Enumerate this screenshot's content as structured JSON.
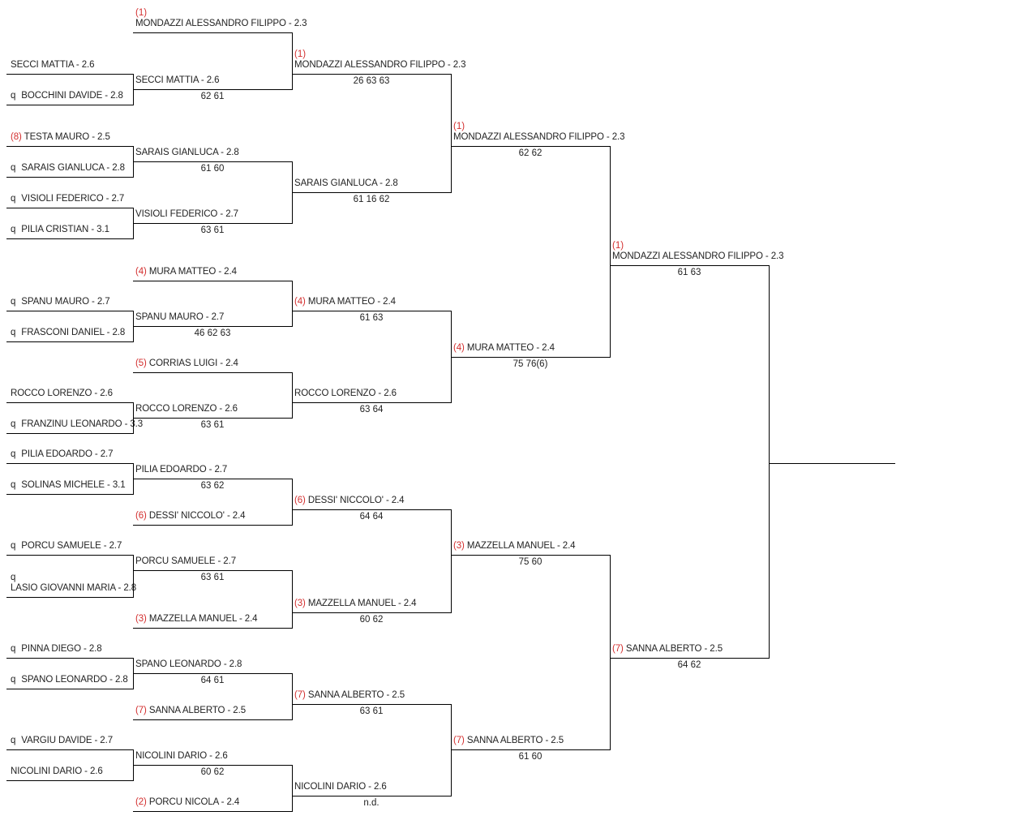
{
  "rounds": [
    [
      {
        "seed": "",
        "q": "",
        "name": "SECCI MATTIA - 2.6"
      },
      {
        "seed": "",
        "q": "q",
        "name": "BOCCHINI DAVIDE - 2.8"
      },
      {
        "seed": "(8)",
        "q": "",
        "name": "TESTA MAURO - 2.5"
      },
      {
        "seed": "",
        "q": "q",
        "name": "SARAIS GIANLUCA - 2.8"
      },
      {
        "seed": "",
        "q": "q",
        "name": "VISIOLI FEDERICO - 2.7"
      },
      {
        "seed": "",
        "q": "q",
        "name": "PILIA CRISTIAN - 3.1"
      },
      {
        "seed": "",
        "q": "q",
        "name": "SPANU MAURO - 2.7"
      },
      {
        "seed": "",
        "q": "q",
        "name": "FRASCONI DANIEL - 2.8"
      },
      {
        "seed": "",
        "q": "",
        "name": "ROCCO LORENZO - 2.6"
      },
      {
        "seed": "",
        "q": "q",
        "name": "FRANZINU LEONARDO - 3.3"
      },
      {
        "seed": "",
        "q": "q",
        "name": "PILIA EDOARDO - 2.7"
      },
      {
        "seed": "",
        "q": "q",
        "name": "SOLINAS MICHELE - 3.1"
      },
      {
        "seed": "",
        "q": "q",
        "name": "PORCU SAMUELE - 2.7"
      },
      {
        "seed": "",
        "q": "q",
        "name": "LASIO GIOVANNI MARIA - 2.8"
      },
      {
        "seed": "",
        "q": "q",
        "name": "PINNA DIEGO - 2.8"
      },
      {
        "seed": "",
        "q": "q",
        "name": "SPANO LEONARDO - 2.8"
      },
      {
        "seed": "",
        "q": "q",
        "name": "VARGIU DAVIDE - 2.7"
      },
      {
        "seed": "",
        "q": "",
        "name": "NICOLINI DARIO - 2.6"
      }
    ],
    [
      {
        "seed": "(1)",
        "q": "",
        "name": "MONDAZZI ALESSANDRO FILIPPO - 2.3",
        "score": ""
      },
      {
        "seed": "",
        "q": "",
        "name": "SECCI MATTIA - 2.6",
        "score": "62 61"
      },
      {
        "seed": "",
        "q": "",
        "name": "SARAIS GIANLUCA - 2.8",
        "score": "61 60"
      },
      {
        "seed": "",
        "q": "",
        "name": "VISIOLI FEDERICO - 2.7",
        "score": "63 61"
      },
      {
        "seed": "(4)",
        "q": "",
        "name": "MURA MATTEO - 2.4",
        "score": ""
      },
      {
        "seed": "",
        "q": "",
        "name": "SPANU MAURO - 2.7",
        "score": "46 62 63"
      },
      {
        "seed": "(5)",
        "q": "",
        "name": "CORRIAS LUIGI - 2.4",
        "score": ""
      },
      {
        "seed": "",
        "q": "",
        "name": "ROCCO LORENZO - 2.6",
        "score": "63 61"
      },
      {
        "seed": "",
        "q": "",
        "name": "PILIA EDOARDO - 2.7",
        "score": "63 62"
      },
      {
        "seed": "(6)",
        "q": "",
        "name": "DESSI' NICCOLO' - 2.4",
        "score": ""
      },
      {
        "seed": "",
        "q": "",
        "name": "PORCU SAMUELE - 2.7",
        "score": "63 61"
      },
      {
        "seed": "(3)",
        "q": "",
        "name": "MAZZELLA MANUEL - 2.4",
        "score": ""
      },
      {
        "seed": "",
        "q": "",
        "name": "SPANO LEONARDO - 2.8",
        "score": "64 61"
      },
      {
        "seed": "(7)",
        "q": "",
        "name": "SANNA ALBERTO - 2.5",
        "score": ""
      },
      {
        "seed": "",
        "q": "",
        "name": "NICOLINI DARIO - 2.6",
        "score": "60 62"
      },
      {
        "seed": "(2)",
        "q": "",
        "name": "PORCU NICOLA - 2.4",
        "score": ""
      }
    ],
    [
      {
        "seed": "(1)",
        "q": "",
        "name": "MONDAZZI ALESSANDRO FILIPPO - 2.3",
        "score": "26 63 63"
      },
      {
        "seed": "",
        "q": "",
        "name": "SARAIS GIANLUCA - 2.8",
        "score": "61 16 62"
      },
      {
        "seed": "(4)",
        "q": "",
        "name": "MURA MATTEO - 2.4",
        "score": "61 63"
      },
      {
        "seed": "",
        "q": "",
        "name": "ROCCO LORENZO - 2.6",
        "score": "63 64"
      },
      {
        "seed": "(6)",
        "q": "",
        "name": "DESSI' NICCOLO' - 2.4",
        "score": "64 64"
      },
      {
        "seed": "(3)",
        "q": "",
        "name": "MAZZELLA MANUEL - 2.4",
        "score": "60 62"
      },
      {
        "seed": "(7)",
        "q": "",
        "name": "SANNA ALBERTO - 2.5",
        "score": "63 61"
      },
      {
        "seed": "",
        "q": "",
        "name": "NICOLINI DARIO - 2.6",
        "score": "n.d."
      }
    ],
    [
      {
        "seed": "(1)",
        "q": "",
        "name": "MONDAZZI ALESSANDRO FILIPPO - 2.3",
        "score": "62 62"
      },
      {
        "seed": "(4)",
        "q": "",
        "name": "MURA MATTEO - 2.4",
        "score": "75 76(6)"
      },
      {
        "seed": "(3)",
        "q": "",
        "name": "MAZZELLA MANUEL - 2.4",
        "score": "75 60"
      },
      {
        "seed": "(7)",
        "q": "",
        "name": "SANNA ALBERTO - 2.5",
        "score": "61 60"
      }
    ],
    [
      {
        "seed": "(1)",
        "q": "",
        "name": "MONDAZZI ALESSANDRO FILIPPO - 2.3",
        "score": "61 63"
      },
      {
        "seed": "(7)",
        "q": "",
        "name": "SANNA ALBERTO - 2.5",
        "score": "64 62"
      }
    ],
    [
      {
        "seed": "",
        "q": "",
        "name": "",
        "score": ""
      }
    ]
  ],
  "colors": {
    "line": "#000000",
    "seed": "#d32f2f",
    "text": "#222222"
  }
}
